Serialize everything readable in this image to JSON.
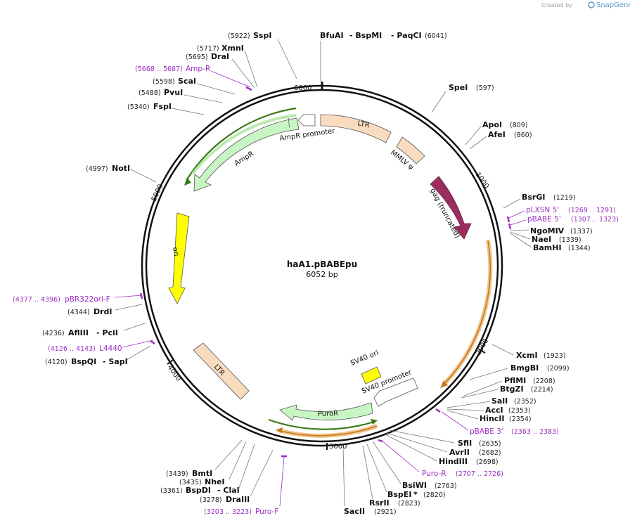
{
  "credit": {
    "prefix": "Created by",
    "brand": "SnapGene"
  },
  "plasmid": {
    "name": "haA1.pBABEpu",
    "size_label": "6052 bp"
  },
  "ticks": [
    "1000",
    "2000",
    "3000",
    "4000",
    "5000",
    "6000"
  ],
  "features": [
    {
      "label": "LTR",
      "color": "#f9dcc0"
    },
    {
      "label": "MMLV ψ",
      "color": "#f9dcc0"
    },
    {
      "label": "gag (truncated)",
      "color": "#9b2d5e"
    },
    {
      "label": "AmpR promoter",
      "color": "#ffffff"
    },
    {
      "label": "AmpR",
      "color": "#c8f5c4"
    },
    {
      "label": "ori",
      "color": "#ffff00"
    },
    {
      "label": "LTR",
      "color": "#f9dcc0"
    },
    {
      "label": "SV40 ori",
      "color": "#ffff00"
    },
    {
      "label": "SV40 promoter",
      "color": "#ffffff"
    },
    {
      "label": "PuroR",
      "color": "#c8f5c4"
    }
  ],
  "sites": [
    {
      "name": "SspI",
      "pos": "(5922)"
    },
    {
      "name": "BfuAI",
      "extra": [
        "- BspMI",
        "- PaqCI"
      ],
      "pos": "(6041)"
    },
    {
      "name": "XmnI",
      "pos": "(5717)"
    },
    {
      "name": "DraI",
      "pos": "(5695)"
    },
    {
      "name": "ScaI",
      "pos": "(5598)"
    },
    {
      "name": "PvuI",
      "pos": "(5488)"
    },
    {
      "name": "FspI",
      "pos": "(5340)"
    },
    {
      "name": "NotI",
      "pos": "(4997)"
    },
    {
      "name": "DrdI",
      "pos": "(4344)"
    },
    {
      "name": "AflIII",
      "extra": [
        "- PciI"
      ],
      "pos": "(4236)"
    },
    {
      "name": "BspQI",
      "extra": [
        "- SapI"
      ],
      "pos": "(4120)"
    },
    {
      "name": "SpeI",
      "pos": "(597)"
    },
    {
      "name": "ApoI",
      "pos": "(809)"
    },
    {
      "name": "AfeI",
      "pos": "(860)"
    },
    {
      "name": "BsrGI",
      "pos": "(1219)"
    },
    {
      "name": "NgoMIV",
      "pos": "(1337)"
    },
    {
      "name": "NaeI",
      "pos": "(1339)"
    },
    {
      "name": "BamHI",
      "pos": "(1344)"
    },
    {
      "name": "XcmI",
      "pos": "(1923)"
    },
    {
      "name": "BmgBI",
      "pos": "(2099)"
    },
    {
      "name": "PflMI",
      "pos": "(2208)"
    },
    {
      "name": "BtgZI",
      "pos": "(2214)"
    },
    {
      "name": "SalI",
      "pos": "(2352)"
    },
    {
      "name": "AccI",
      "pos": "(2353)"
    },
    {
      "name": "HincII",
      "pos": "(2354)"
    },
    {
      "name": "SfiI",
      "pos": "(2635)"
    },
    {
      "name": "AvrII",
      "pos": "(2682)"
    },
    {
      "name": "HindIII",
      "pos": "(2698)"
    },
    {
      "name": "BsiWI",
      "pos": "(2763)"
    },
    {
      "name": "BspEI",
      "star": "*",
      "pos": "(2820)"
    },
    {
      "name": "RsrII",
      "pos": "(2823)"
    },
    {
      "name": "SacII",
      "pos": "(2921)"
    },
    {
      "name": "BmtI",
      "pos": "(3439)"
    },
    {
      "name": "NheI",
      "pos": "(3435)"
    },
    {
      "name": "BspDI",
      "extra": [
        "- ClaI"
      ],
      "pos": "(3361)"
    },
    {
      "name": "DraIII",
      "pos": "(3278)"
    }
  ],
  "primers": [
    {
      "name": "Amp-R",
      "range": "(5668 .. 5687)"
    },
    {
      "name": "pBR322ori-F",
      "range": "(4377 .. 4396)"
    },
    {
      "name": "L4440",
      "range": "(4126 .. 4143)"
    },
    {
      "name": "pLXSN 5'",
      "range": "(1269 .. 1291)"
    },
    {
      "name": "pBABE 5'",
      "range": "(1307 .. 1323)"
    },
    {
      "name": "pBABE 3'",
      "range": "(2363 .. 2383)"
    },
    {
      "name": "Puro-R",
      "range": "(2707 .. 2726)"
    },
    {
      "name": "Puro-F",
      "range": "(3203 .. 3223)"
    }
  ]
}
